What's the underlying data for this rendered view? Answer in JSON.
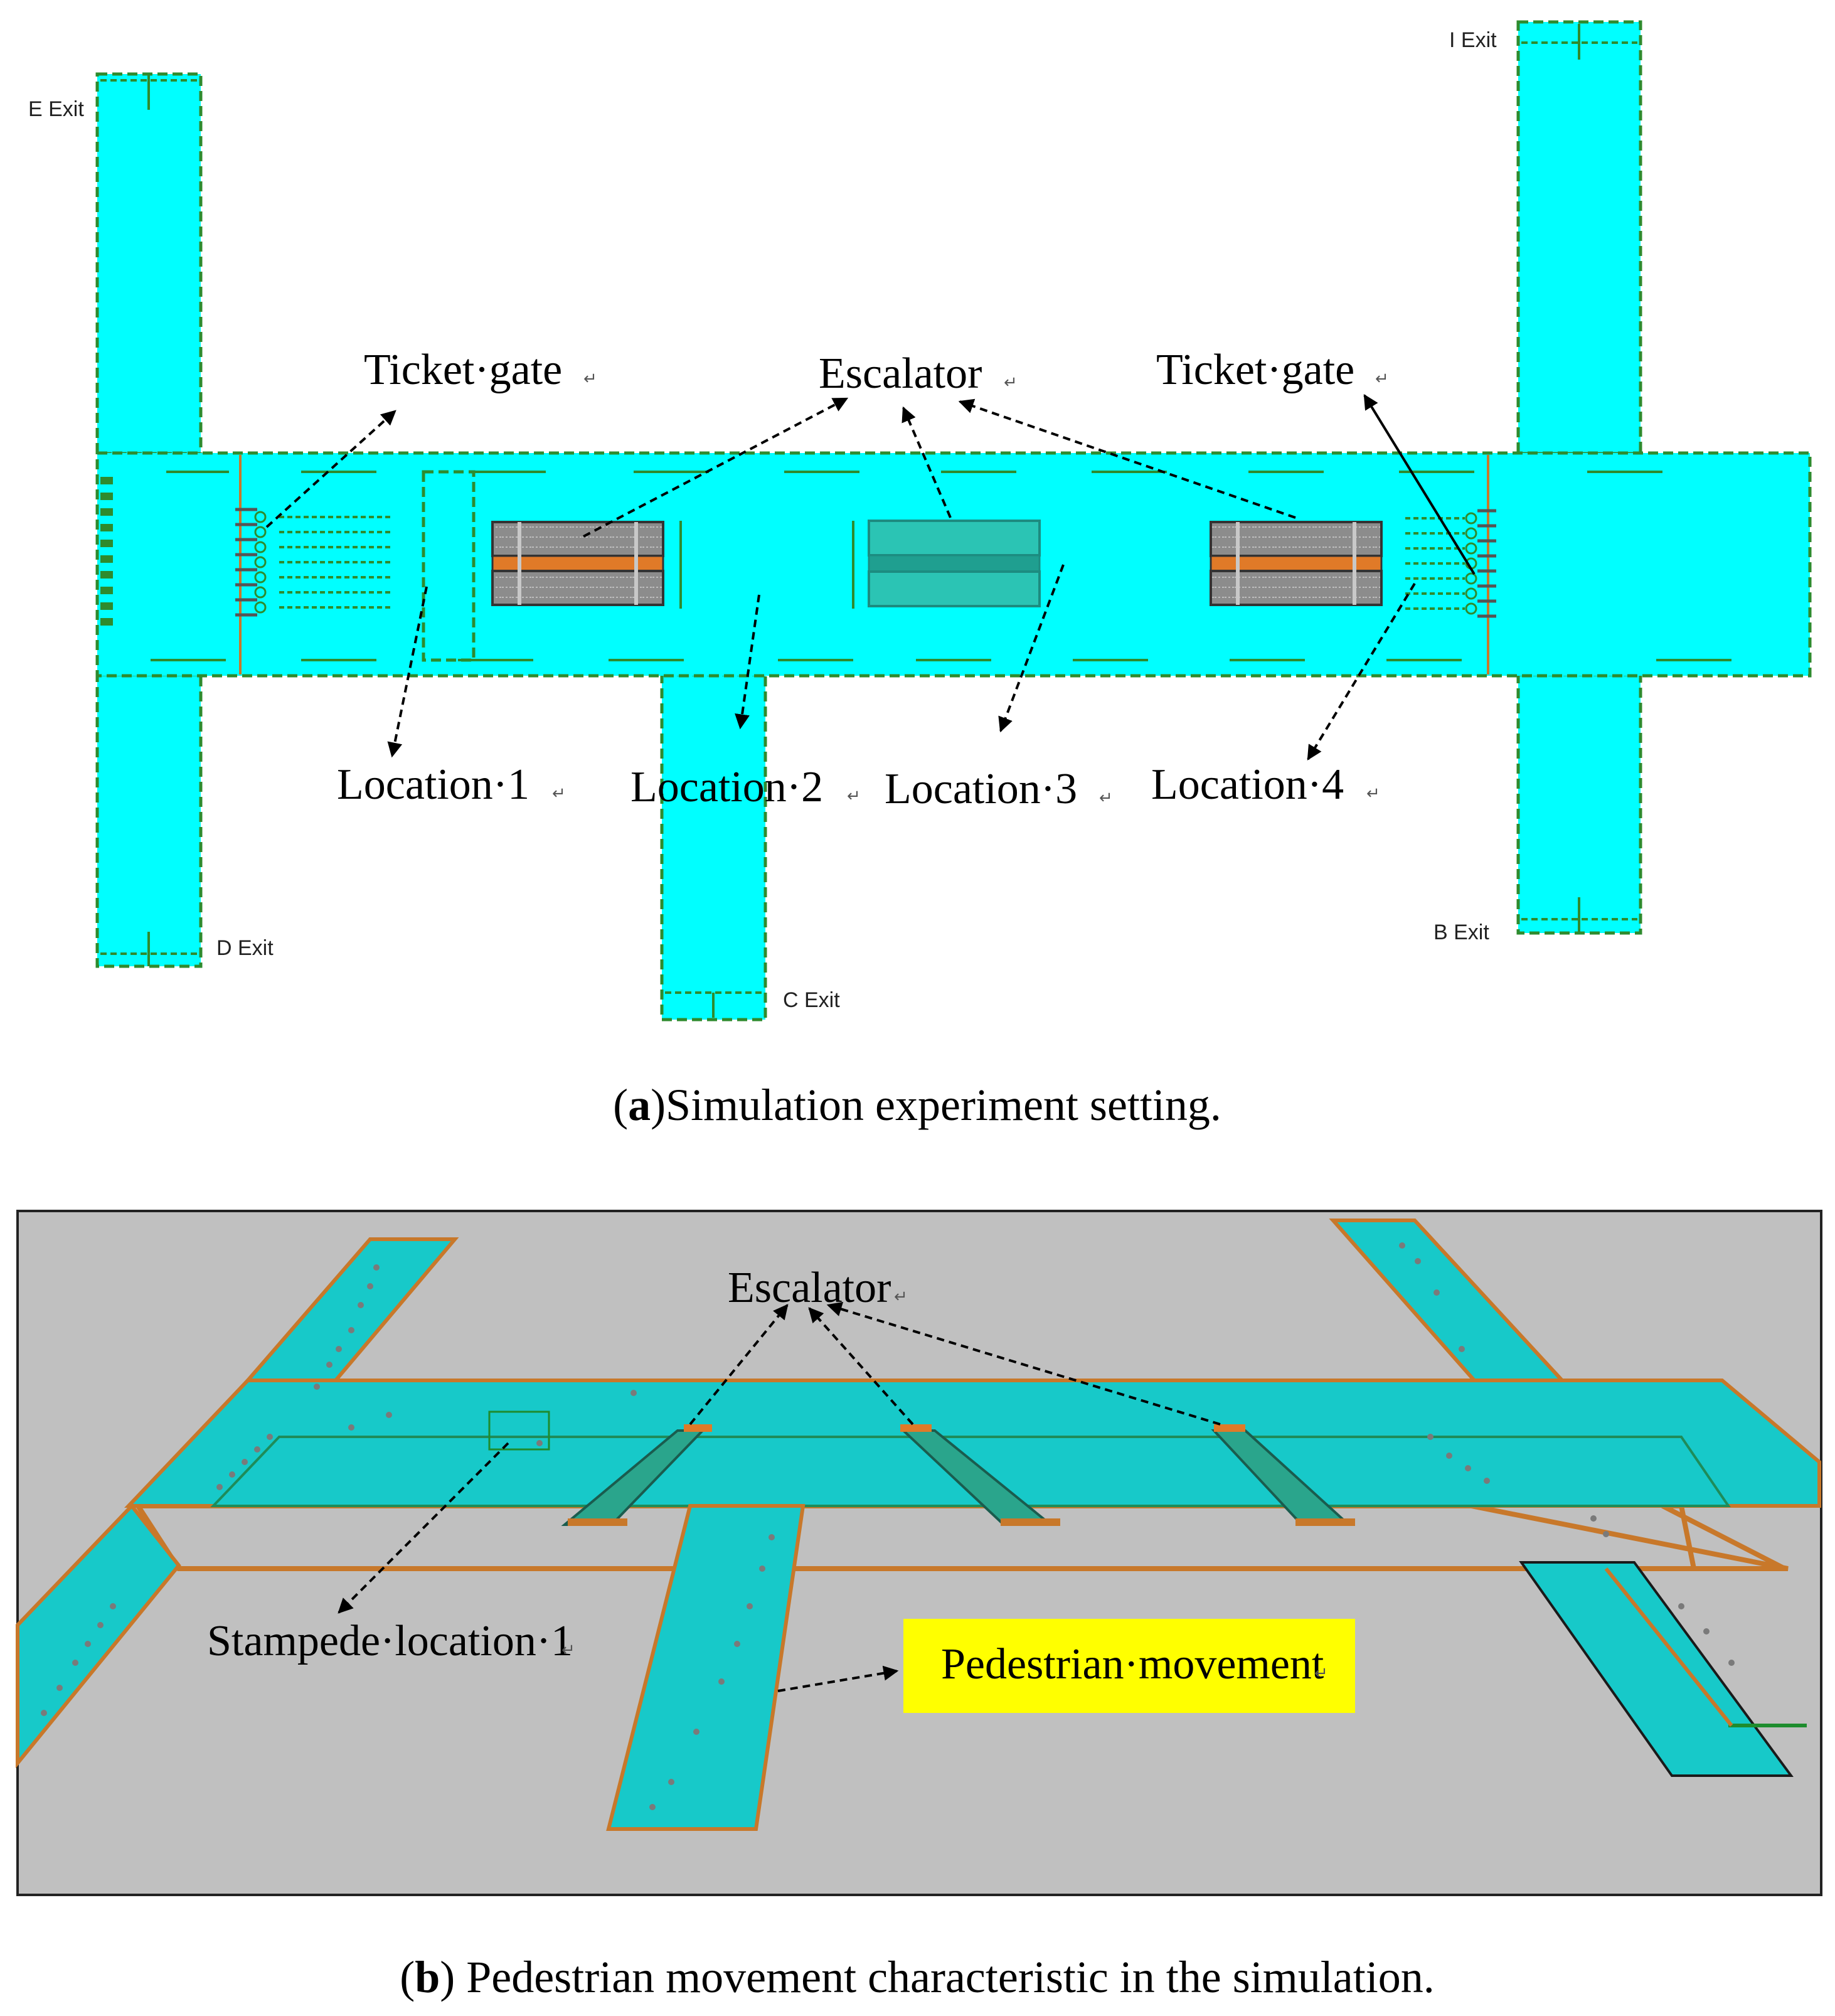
{
  "panel_a": {
    "exits": {
      "e": "E  Exit",
      "i": "I Exit",
      "d": "D Exit",
      "c": "C Exit",
      "b": "B Exit"
    },
    "labels": {
      "ticket_gate_left": "Ticket·gate",
      "escalator": "Escalator",
      "ticket_gate_right": "Ticket·gate",
      "location_1": "Location·1",
      "location_2": "Location·2",
      "location_3": "Location·3",
      "location_4": "Location·4"
    },
    "caption_bold": "a",
    "caption_text": ")Simulation experiment setting.",
    "caption_open": "("
  },
  "panel_b": {
    "labels": {
      "escalator": "Escalator",
      "stampede_location": "Stampede·location·1",
      "pedestrian_movement": "Pedestrian·movement"
    },
    "caption_open": "(",
    "caption_bold": "b",
    "caption_text": ") Pedestrian movement characteristic in the simulation."
  },
  "return_mark": "↵",
  "colors": {
    "floor": "#00ffff",
    "floor_3d": "#17c9c9",
    "border_green": "#2e8b2e",
    "border_orange": "#c8782a",
    "escalator_grey": "#8c8c8c",
    "escalator_orange": "#e07a28",
    "background_3d": "#c0c0c0",
    "highlight_yellow": "#ffff00"
  },
  "icons": {
    "arrow": "arrow-icon",
    "pedestrian": "pedestrian-icon"
  }
}
